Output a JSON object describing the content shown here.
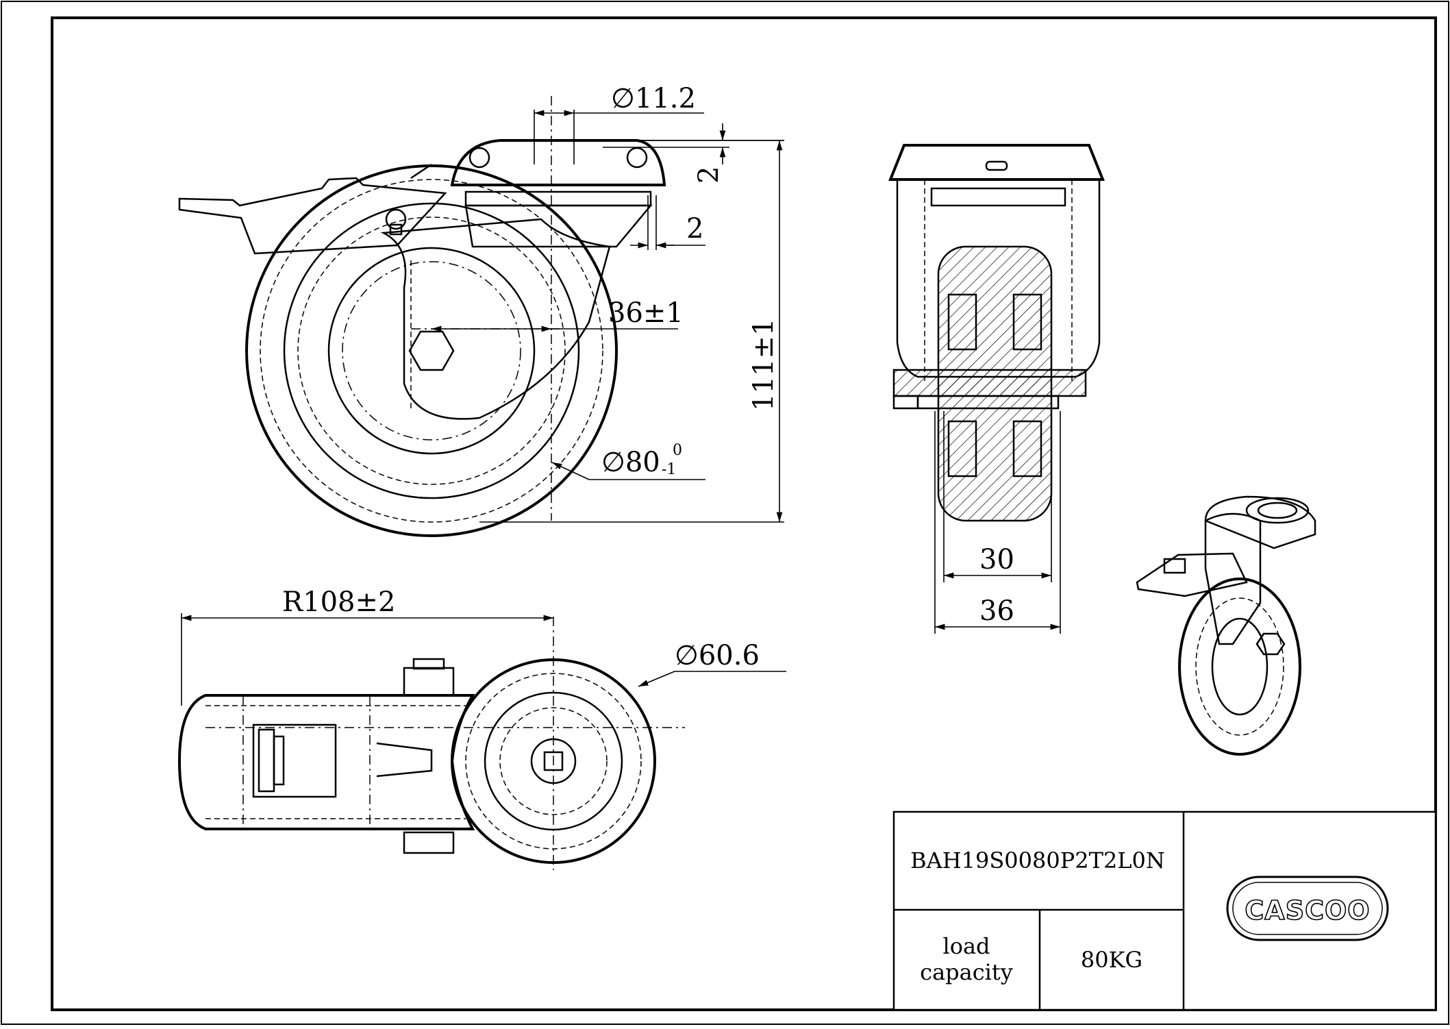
{
  "dimensions": {
    "bolt_hole": "∅11.2",
    "top_gap": "2",
    "side_gap": "2",
    "offset": "36±1",
    "height": "111±1",
    "wheel_diameter": "∅80",
    "wheel_tol_upper": "0",
    "wheel_tol_lower": "-1",
    "swivel_radius": "R108±2",
    "housing_diameter": "∅60.6",
    "tread_width": "30",
    "overall_width": "36"
  },
  "title_block": {
    "part_number": "BAH19S0080P2T2L0N",
    "load_label_line1": "load",
    "load_label_line2": "capacity",
    "load_value": "80KG",
    "brand_logo": "CASCOO"
  }
}
